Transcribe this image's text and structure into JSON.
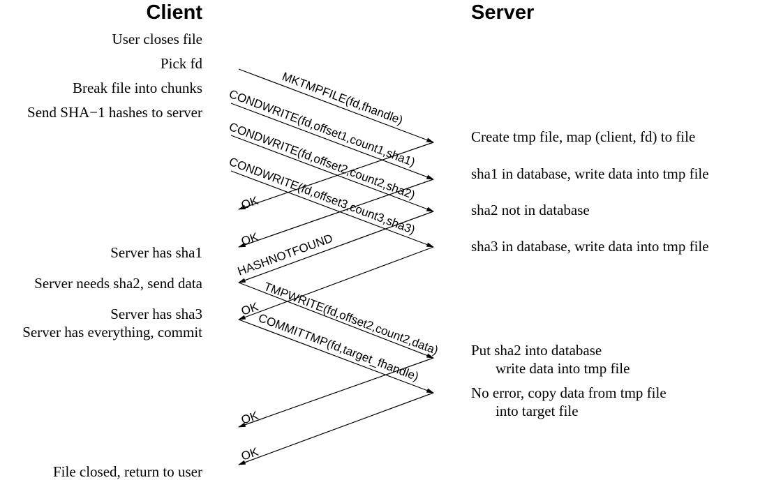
{
  "headings": {
    "client": "Client",
    "server": "Server"
  },
  "client_notes": [
    "User closes file",
    "Pick fd",
    "Break file into chunks",
    "Send SHA−1 hashes to server",
    "Server has sha1",
    "Server needs sha2, send data",
    "Server has sha3",
    "Server has everything, commit",
    "File closed, return to user"
  ],
  "server_notes": [
    {
      "lines": [
        "Create tmp file, map (client, fd) to file"
      ]
    },
    {
      "lines": [
        "sha1 in database, write data into tmp file"
      ]
    },
    {
      "lines": [
        "sha2 not in database"
      ]
    },
    {
      "lines": [
        "sha3 in database, write data into tmp file"
      ]
    },
    {
      "lines": [
        "Put sha2 into database",
        "write data into tmp file"
      ]
    },
    {
      "lines": [
        "No error, copy data from tmp file",
        "into target file"
      ]
    }
  ],
  "messages": [
    {
      "label": "MKTMPFILE(fd,fhandle)",
      "direction": "to-server"
    },
    {
      "label": "CONDWRITE(fd,offset1,count1,sha1)",
      "direction": "to-server"
    },
    {
      "label": "CONDWRITE(fd,offset2,count2,sha2)",
      "direction": "to-server"
    },
    {
      "label": "CONDWRITE(fd,offset3,count3,sha3)",
      "direction": "to-server"
    },
    {
      "label": "OK",
      "direction": "to-client"
    },
    {
      "label": "OK",
      "direction": "to-client"
    },
    {
      "label": "HASHNOTFOUND",
      "direction": "to-client"
    },
    {
      "label": "OK",
      "direction": "to-client"
    },
    {
      "label": "TMPWRITE(fd,offset2,count2,data)",
      "direction": "to-server"
    },
    {
      "label": "COMMITTMP(fd,target_fhandle)",
      "direction": "to-server"
    },
    {
      "label": "OK",
      "direction": "to-client"
    },
    {
      "label": "OK",
      "direction": "to-client"
    }
  ]
}
